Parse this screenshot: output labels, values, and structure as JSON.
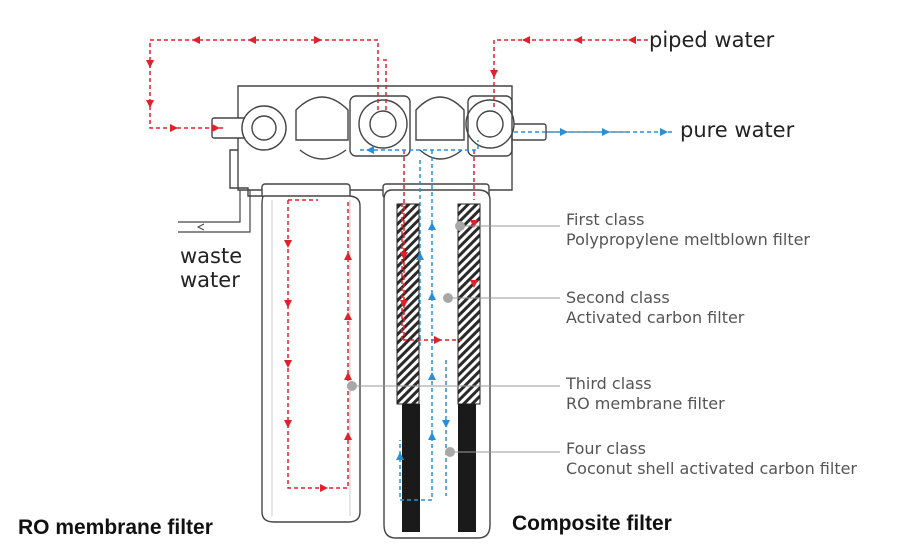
{
  "labels": {
    "piped_water": "piped water",
    "pure_water": "pure water",
    "waste_line1": "waste",
    "waste_line2": "water",
    "classes": [
      {
        "title": "First class",
        "desc": "Polypropylene meltblown filter"
      },
      {
        "title": "Second  class",
        "desc": "Activated carbon filter"
      },
      {
        "title": "Third class",
        "desc": "RO membrane filter"
      },
      {
        "title": "Four class",
        "desc": "Coconut shell activated carbon filter"
      }
    ],
    "ro_title": "RO membrane filter",
    "composite_title": "Composite filter"
  },
  "colors": {
    "raw_flow": "#e0202a",
    "pure_flow": "#2a8fd8",
    "outline": "#444444",
    "leader": "#999999",
    "dot": "#a8a8a8",
    "carbon": "#1a1a1a"
  }
}
